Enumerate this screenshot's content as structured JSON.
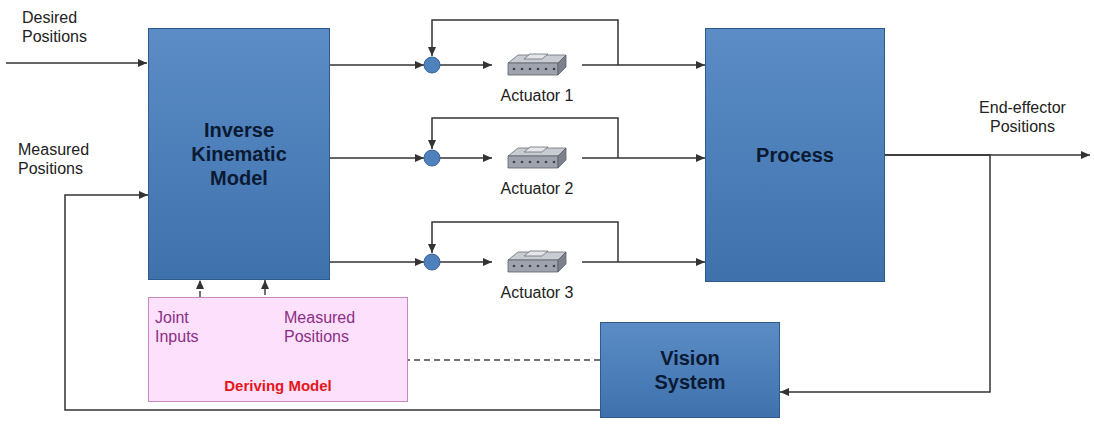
{
  "diagram": {
    "nodes": [
      {
        "text": [
          "Inverse Kinematic Model"
        ]
      },
      {
        "text": [
          "Actuator 1"
        ]
      },
      {
        "text": [
          "Actuator 2"
        ]
      },
      {
        "text": [
          "Actuator 3"
        ]
      },
      {
        "text": [
          "Process"
        ]
      },
      {
        "text": [
          "Vision System"
        ]
      },
      {
        "text": [
          "Joint Inputs",
          "Measured Positions",
          "Deriving Model"
        ]
      }
    ],
    "edges": [
      {
        "from": 0,
        "to": 1,
        "arrow": "to"
      },
      {
        "from": 0,
        "to": 2,
        "arrow": "to"
      },
      {
        "from": 0,
        "to": 3,
        "arrow": "to"
      },
      {
        "from": 1,
        "to": 4,
        "arrow": "to"
      },
      {
        "from": 2,
        "to": 4,
        "arrow": "to"
      },
      {
        "from": 3,
        "to": 4,
        "arrow": "to"
      },
      {
        "from": 4,
        "to": 5,
        "arrow": "to"
      },
      {
        "from": 5,
        "to": 0,
        "arrow": "to"
      },
      {
        "from": 5,
        "to": 0,
        "arrow": "to"
      },
      {
        "from": 6,
        "to": 0,
        "arrow": "to"
      }
    ],
    "labels": [
      "Desired Positions",
      "Measured Positions",
      "End-effector Positions"
    ]
  }
}
